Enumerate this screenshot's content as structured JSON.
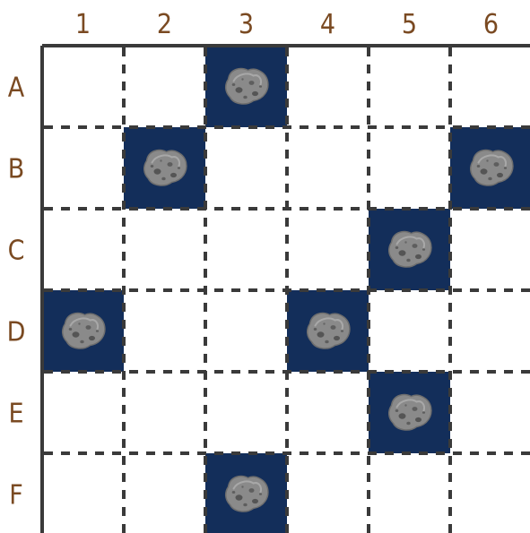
{
  "board": {
    "columns": [
      "1",
      "2",
      "3",
      "4",
      "5",
      "6"
    ],
    "rows": [
      "A",
      "B",
      "C",
      "D",
      "E",
      "F"
    ],
    "cell_fill": "#132e5a",
    "grid_color": "#3a3a3a",
    "label_color": "#7a4a22",
    "asteroid_color": "#808080",
    "asteroid_icon": "asteroid-icon",
    "asteroids": [
      {
        "row": "A",
        "col": "3"
      },
      {
        "row": "B",
        "col": "2"
      },
      {
        "row": "B",
        "col": "6"
      },
      {
        "row": "C",
        "col": "5"
      },
      {
        "row": "D",
        "col": "1"
      },
      {
        "row": "D",
        "col": "4"
      },
      {
        "row": "E",
        "col": "5"
      },
      {
        "row": "F",
        "col": "3"
      }
    ]
  }
}
